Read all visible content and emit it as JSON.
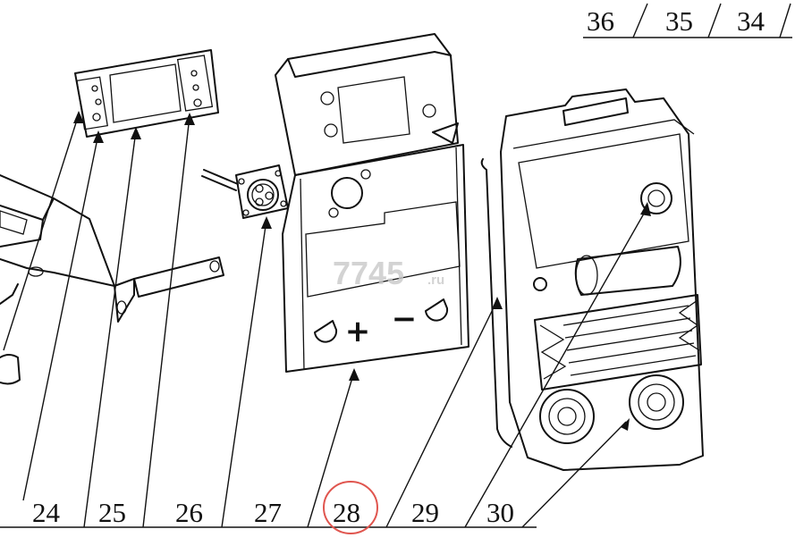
{
  "diagram": {
    "part_labels_bottom": [
      "24",
      "25",
      "26",
      "27",
      "28",
      "29",
      "30"
    ],
    "part_labels_top": [
      "36",
      "35",
      "34"
    ],
    "highlighted_label": "28",
    "highlight_color": "#e0564f",
    "watermark": {
      "main": "7745",
      "suffix": ".ru"
    },
    "panel_symbols": {
      "plus": "+",
      "minus": "−"
    }
  }
}
